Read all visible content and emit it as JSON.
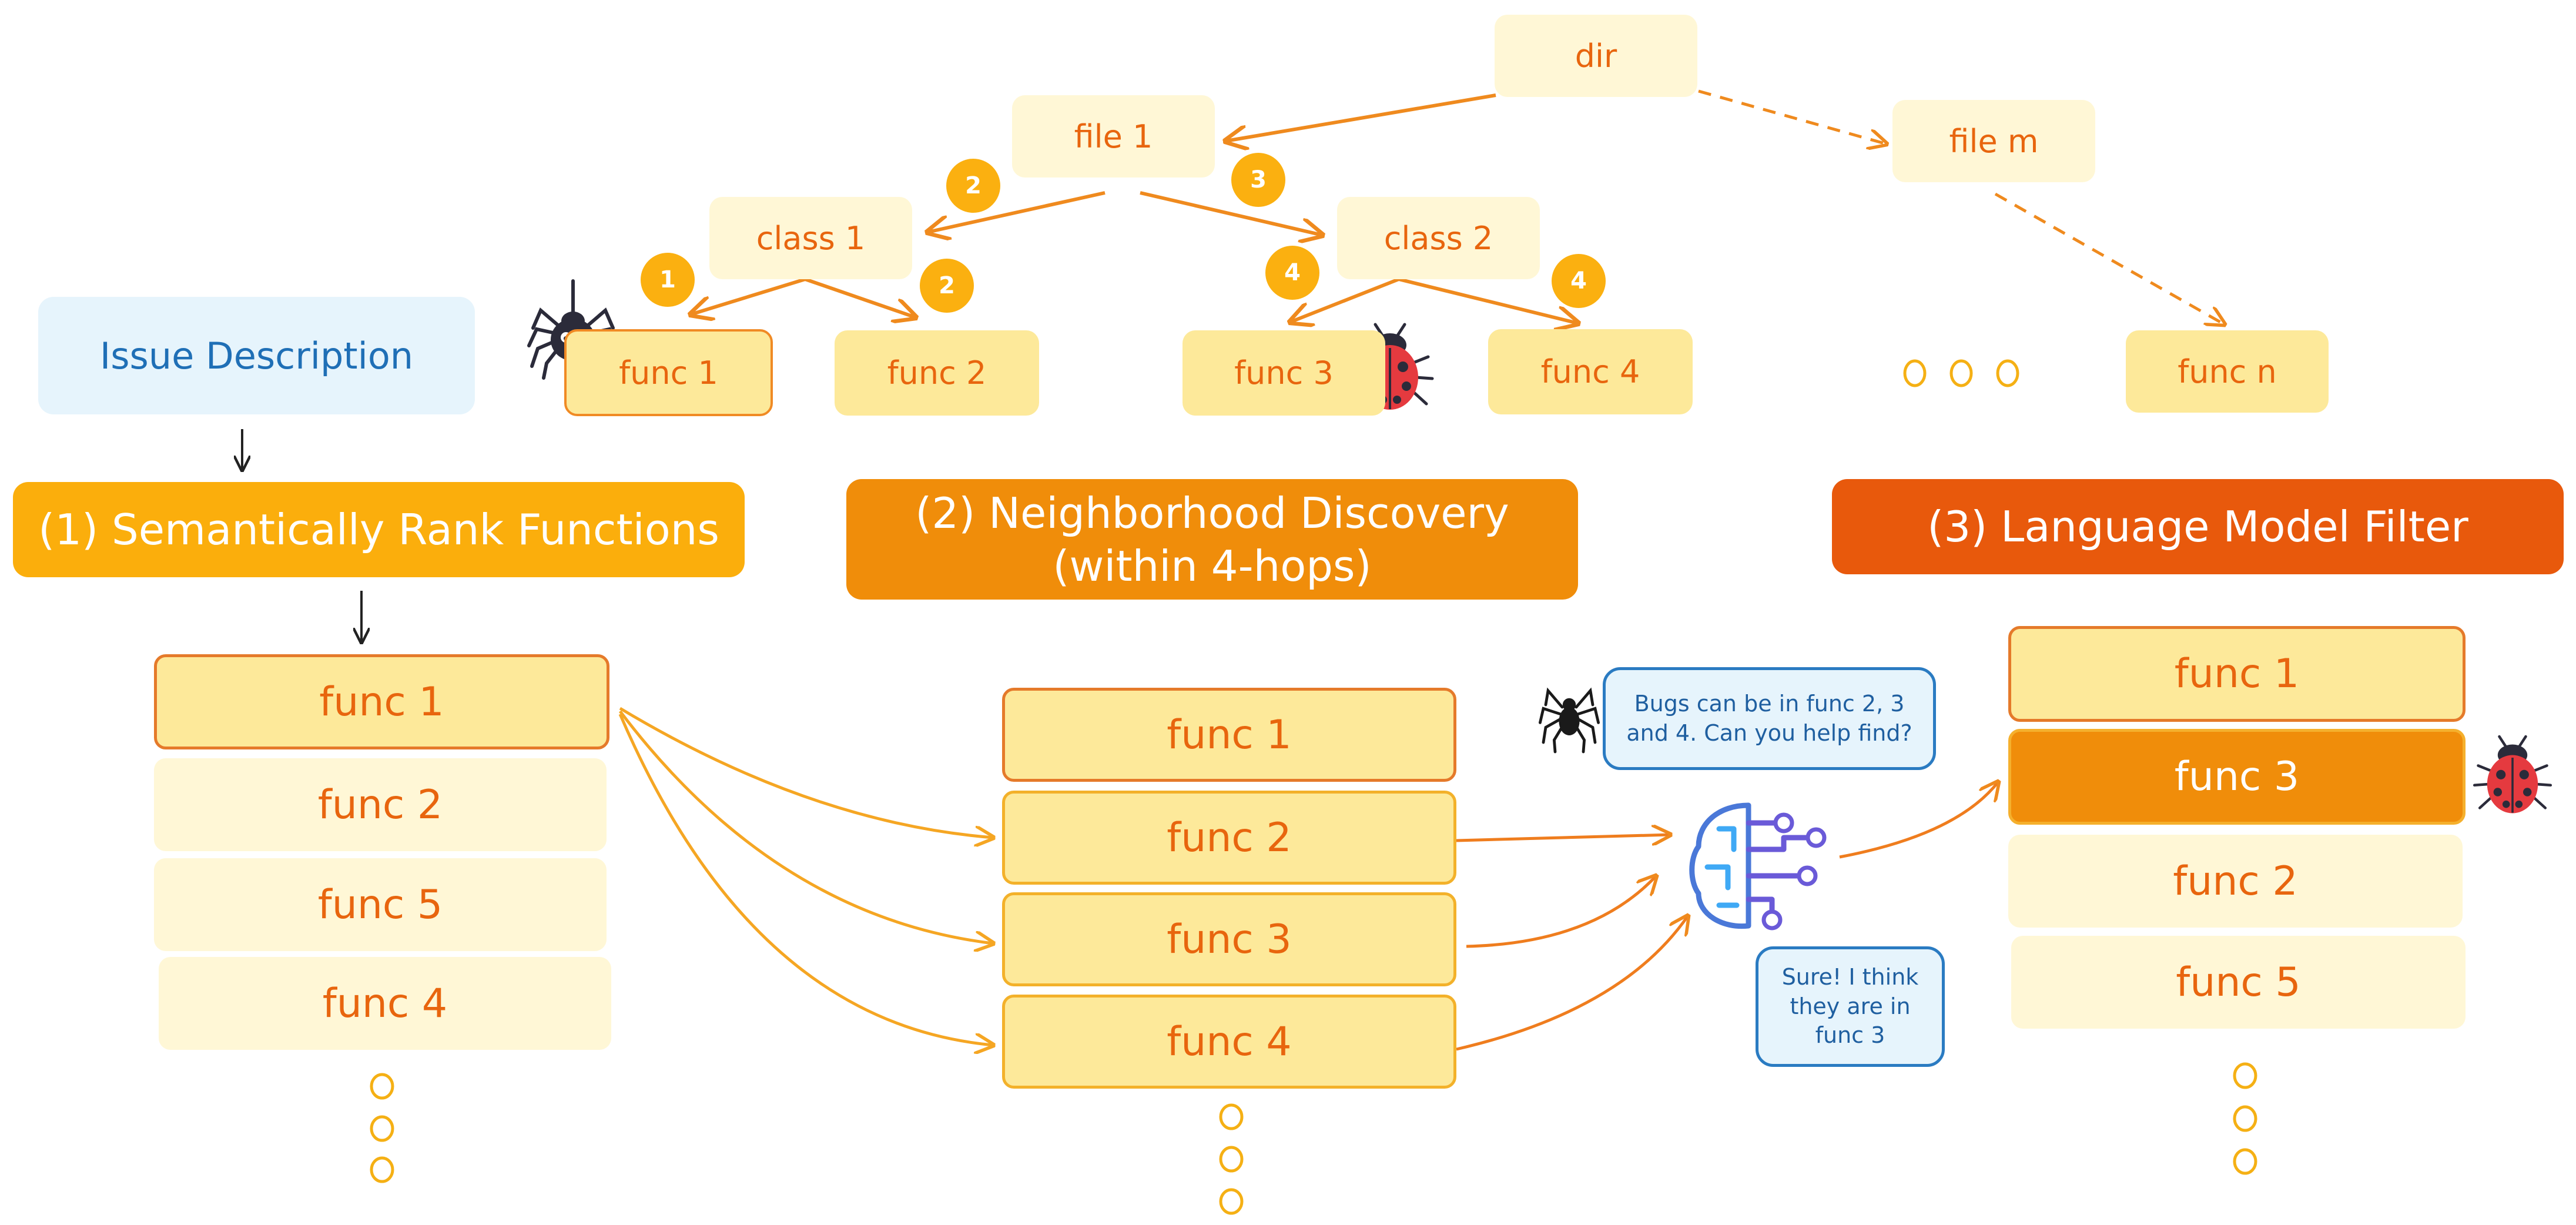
{
  "tree": {
    "dir": "dir",
    "file1": "file 1",
    "filem": "file m",
    "class1": "class 1",
    "class2": "class 2",
    "func1": "func 1",
    "func2": "func 2",
    "func3": "func 3",
    "func4": "func 4",
    "funcn": "func n",
    "badges": [
      "2",
      "3",
      "1",
      "2",
      "4",
      "4"
    ]
  },
  "issue": {
    "label": "Issue Description"
  },
  "stages": {
    "s1": "(1) Semantically Rank Functions",
    "s2_line1": "(2) Neighborhood Discovery",
    "s2_line2": "(within 4-hops)",
    "s3": "(3) Language Model Filter"
  },
  "ranked_list": [
    "func 1",
    "func 2",
    "func 5",
    "func 4"
  ],
  "neighborhood_list": [
    "func 1",
    "func 2",
    "func 3",
    "func 4"
  ],
  "filtered_list": [
    "func 1",
    "func 3",
    "func 2",
    "func 5"
  ],
  "chat": {
    "question_line1": "Bugs can be in func 2, 3",
    "question_line2": "and 4. Can you help find?",
    "answer_line1": "Sure! I think",
    "answer_line2": "they are in",
    "answer_line3": "func 3"
  },
  "icons": [
    "spider-icon",
    "ladybug-icon",
    "ai-brain-icon"
  ],
  "colors": {
    "text_orange": "#e8650e",
    "pale_yellow": "#fff7d6",
    "mid_yellow": "#fde99a",
    "stage1": "#fbae0c",
    "stage2": "#f08d0a",
    "stage3": "#e8590c",
    "blue": "#1f6fb6",
    "arrow": "#f5a623"
  }
}
